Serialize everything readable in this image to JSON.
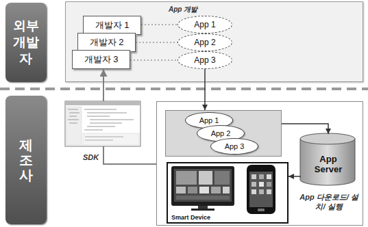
{
  "diagram": {
    "nodes": [
      {
        "text": [
          "외부개발자"
        ]
      },
      {
        "text": [
          "App 개발"
        ]
      },
      {
        "text": [
          "개발자 1"
        ],
        "in": 1
      },
      {
        "text": [
          "개발자 2"
        ],
        "in": 1
      },
      {
        "text": [
          "개발자 3"
        ],
        "in": 1
      },
      {
        "text": [
          "App 1"
        ],
        "in": 1
      },
      {
        "text": [
          "App 2"
        ],
        "in": 1
      },
      {
        "text": [
          "App 3"
        ],
        "in": 1
      },
      {
        "text": [
          "제조사"
        ]
      },
      {
        "text": []
      },
      {
        "text": [],
        "in": 9
      },
      {
        "text": [
          "App 1"
        ],
        "in": 10
      },
      {
        "text": [
          "App 2"
        ],
        "in": 10
      },
      {
        "text": [
          "App 3"
        ],
        "in": 10
      },
      {
        "text": [
          "App Server"
        ],
        "in": 9
      },
      {
        "text": [
          "Smart Device"
        ],
        "in": 9
      }
    ],
    "edges": [
      {
        "from": 2,
        "to": 5,
        "arrow": "none"
      },
      {
        "from": 3,
        "to": 6,
        "arrow": "none"
      },
      {
        "from": 4,
        "to": 7,
        "arrow": "none"
      },
      {
        "from": 7,
        "to": 10,
        "arrow": "to"
      },
      {
        "from": 10,
        "to": 14,
        "arrow": "to"
      },
      {
        "from": 14,
        "to": 15,
        "arrow": "to"
      },
      {
        "from": 9,
        "to": 4,
        "arrow": "to",
        "label": "SDK"
      }
    ],
    "labels": [
      "App 다운로드/ 설치/ 실행"
    ]
  }
}
